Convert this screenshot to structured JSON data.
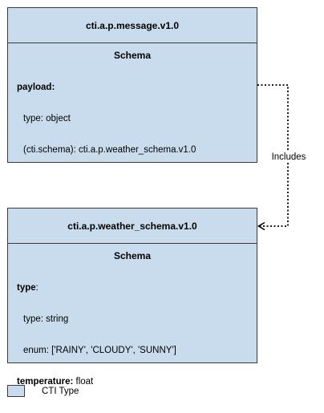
{
  "colors": {
    "cti_type_fill": "#c9dced",
    "border": "#3a3a3a",
    "connector": "#000000"
  },
  "boxes": {
    "message": {
      "title": "cti.a.p.message.v1.0",
      "section_title": "Schema",
      "lines": {
        "l0_key": "payload:",
        "l1": "type: object",
        "l2": "(cti.schema): cti.a.p.weather_schema.v1.0"
      }
    },
    "weather": {
      "title": "cti.a.p.weather_schema.v1.0",
      "section_title": "Schema",
      "lines": {
        "l0_key": "type",
        "l0_rest": ":",
        "l1": "type: string",
        "l2": "enum: ['RAINY', 'CLOUDY', 'SUNNY']",
        "l3_key": "temperature:",
        "l3_rest": " float"
      }
    }
  },
  "edge": {
    "label": "Includes",
    "style": "dotted",
    "from": "cti.a.p.message.v1.0",
    "to": "cti.a.p.weather_schema.v1.0",
    "arrowhead": "open"
  },
  "legend": {
    "label": "CTI Type"
  }
}
